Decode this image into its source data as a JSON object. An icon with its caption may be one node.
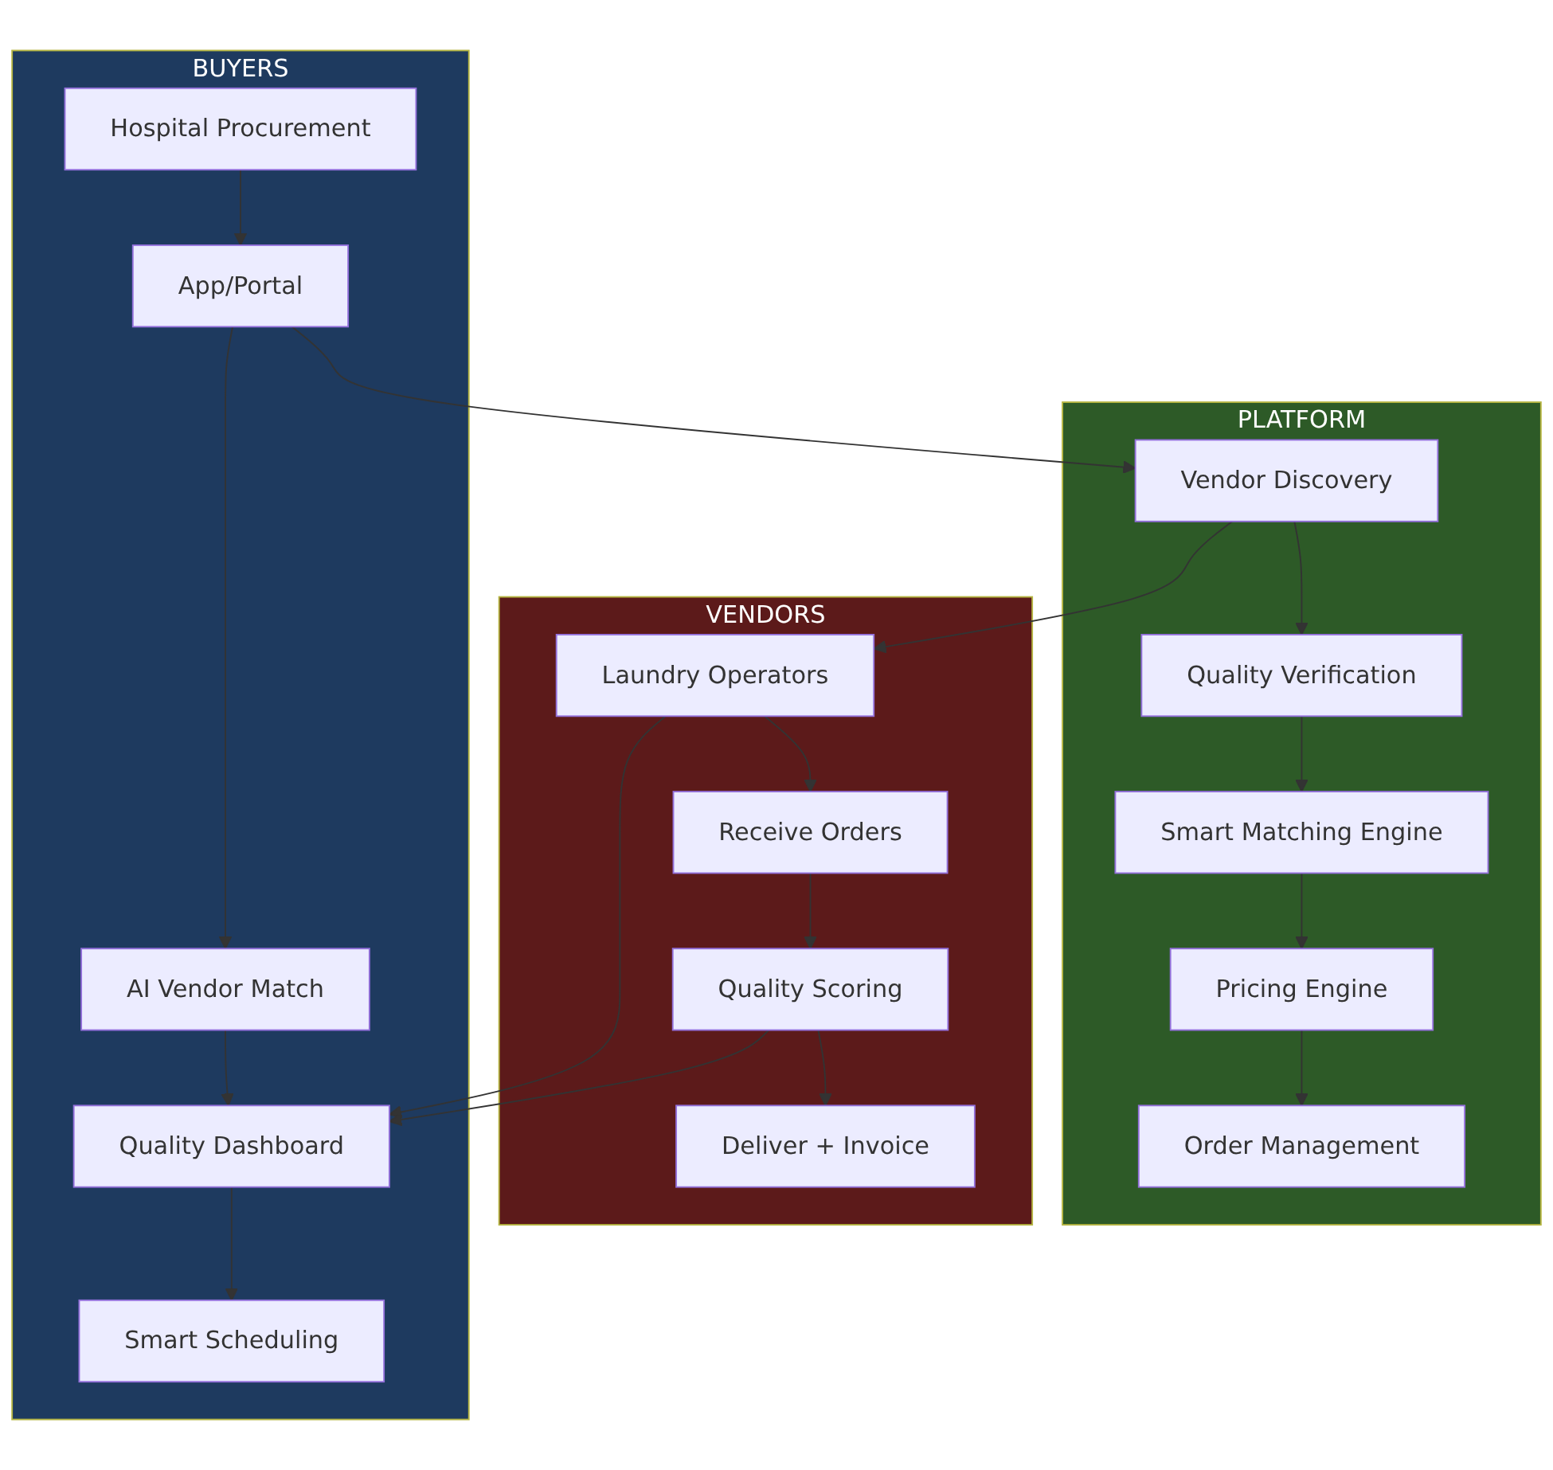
{
  "diagram": {
    "nodes": [
      {
        "text": [
          "BUYERS"
        ]
      },
      {
        "text": [
          "Hospital Procurement"
        ],
        "in": 0
      },
      {
        "text": [
          "App/Portal"
        ],
        "in": 0
      },
      {
        "text": [
          "AI Vendor Match"
        ],
        "in": 0
      },
      {
        "text": [
          "Quality Dashboard"
        ],
        "in": 0
      },
      {
        "text": [
          "Smart Scheduling"
        ],
        "in": 0
      },
      {
        "text": [
          "PLATFORM"
        ]
      },
      {
        "text": [
          "Vendor Discovery"
        ],
        "in": 6
      },
      {
        "text": [
          "Quality Verification"
        ],
        "in": 6
      },
      {
        "text": [
          "Smart Matching Engine"
        ],
        "in": 6
      },
      {
        "text": [
          "Pricing Engine"
        ],
        "in": 6
      },
      {
        "text": [
          "Order Management"
        ],
        "in": 6
      },
      {
        "text": [
          "VENDORS"
        ]
      },
      {
        "text": [
          "Laundry Operators"
        ],
        "in": 12
      },
      {
        "text": [
          "Receive Orders"
        ],
        "in": 12
      },
      {
        "text": [
          "Quality Scoring"
        ],
        "in": 12
      },
      {
        "text": [
          "Deliver + Invoice"
        ],
        "in": 12
      }
    ],
    "edges": [
      {
        "from": 1,
        "to": 2,
        "arrow": "to"
      },
      {
        "from": 2,
        "to": 7,
        "arrow": "to"
      },
      {
        "from": 2,
        "to": 3,
        "arrow": "to"
      },
      {
        "from": 7,
        "to": 8,
        "arrow": "to"
      },
      {
        "from": 8,
        "to": 9,
        "arrow": "to"
      },
      {
        "from": 9,
        "to": 10,
        "arrow": "to"
      },
      {
        "from": 10,
        "to": 11,
        "arrow": "to"
      },
      {
        "from": 7,
        "to": 13,
        "arrow": "to"
      },
      {
        "from": 13,
        "to": 14,
        "arrow": "to"
      },
      {
        "from": 14,
        "to": 15,
        "arrow": "to"
      },
      {
        "from": 15,
        "to": 16,
        "arrow": "to"
      },
      {
        "from": 3,
        "to": 4,
        "arrow": "to"
      },
      {
        "from": 4,
        "to": 5,
        "arrow": "to"
      },
      {
        "from": 13,
        "to": 4,
        "arrow": "to"
      },
      {
        "from": 15,
        "to": 4,
        "arrow": "to"
      }
    ]
  }
}
